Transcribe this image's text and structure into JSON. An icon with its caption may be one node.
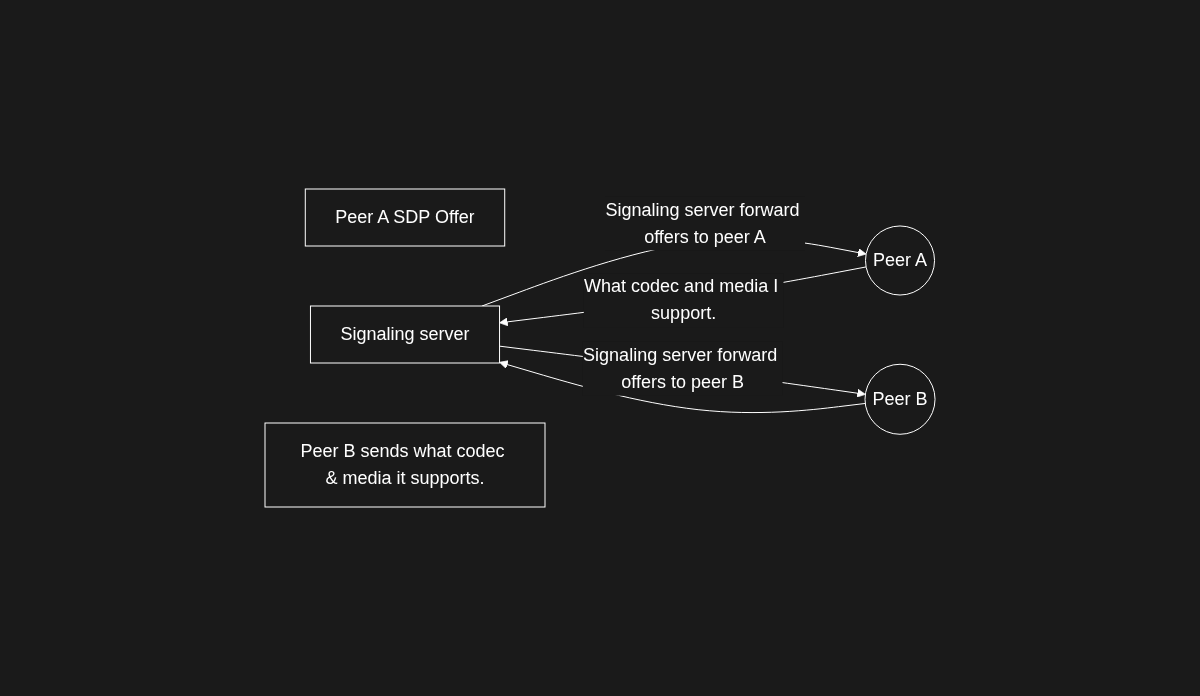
{
  "diagram": {
    "nodes": [
      {
        "text": [
          "Peer A SDP Offer"
        ]
      },
      {
        "text": [
          "Signaling server"
        ]
      },
      {
        "text": [
          "Peer B sends what codec & media it supports."
        ]
      },
      {
        "text": [
          "Peer A"
        ]
      },
      {
        "text": [
          "Peer B"
        ]
      }
    ],
    "edges": [
      {
        "from": 3,
        "to": 1,
        "arrow": "to",
        "label": "What codec and media I support."
      },
      {
        "from": 1,
        "to": 3,
        "arrow": "to",
        "label": "Signaling server forward offers to peer A"
      },
      {
        "from": 1,
        "to": 4,
        "arrow": "to",
        "label": "Signaling server forward offers to peer B"
      },
      {
        "from": 4,
        "to": 1,
        "arrow": "to"
      }
    ]
  }
}
